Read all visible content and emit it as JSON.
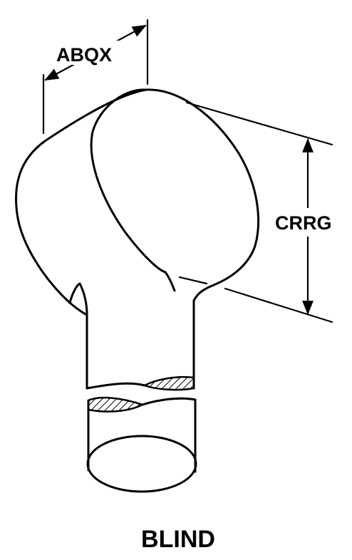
{
  "dimensions": {
    "abqx_label": "ABQX",
    "crrg_label": "CRRG"
  },
  "caption": "BLIND"
}
